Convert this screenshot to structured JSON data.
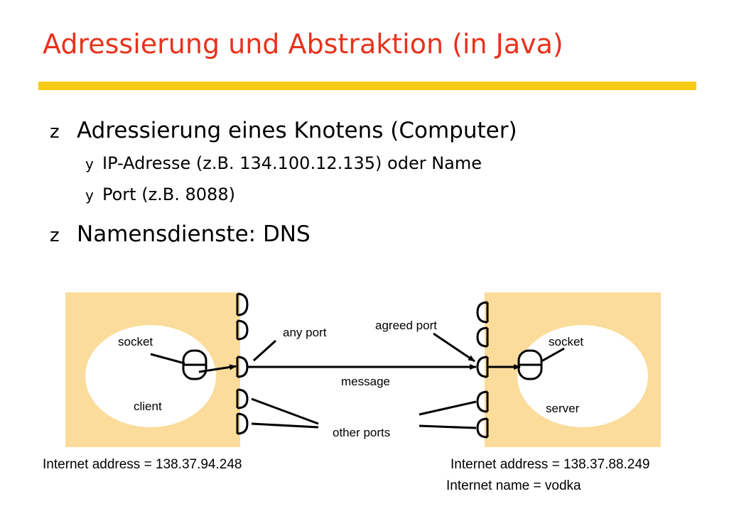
{
  "slide": {
    "title": "Adressierung und Abstraktion (in Java)",
    "bullets": [
      {
        "glyph": "z",
        "text": "Adressierung eines Knotens (Computer)"
      },
      {
        "glyph": "y",
        "text": "IP-Adresse (z.B. 134.100.12.135)  oder Name"
      },
      {
        "glyph": "y",
        "text": "Port (z.B. 8088)"
      },
      {
        "glyph": "z",
        "text": "Namensdienste: DNS"
      }
    ]
  },
  "diagram": {
    "client": {
      "socket_label": "socket",
      "name": "client",
      "address": "Internet address = 138.37.94.248"
    },
    "server": {
      "socket_label": "socket",
      "name": "server",
      "address": "Internet address = 138.37.88.249",
      "hostname": "Internet name = vodka"
    },
    "labels": {
      "any_port": "any port",
      "agreed_port": "agreed port",
      "message": "message",
      "other_ports": "other ports"
    },
    "colors": {
      "host_fill": "#fbdc9b",
      "title": "#e8321c",
      "rule": "#f7cc16"
    }
  }
}
